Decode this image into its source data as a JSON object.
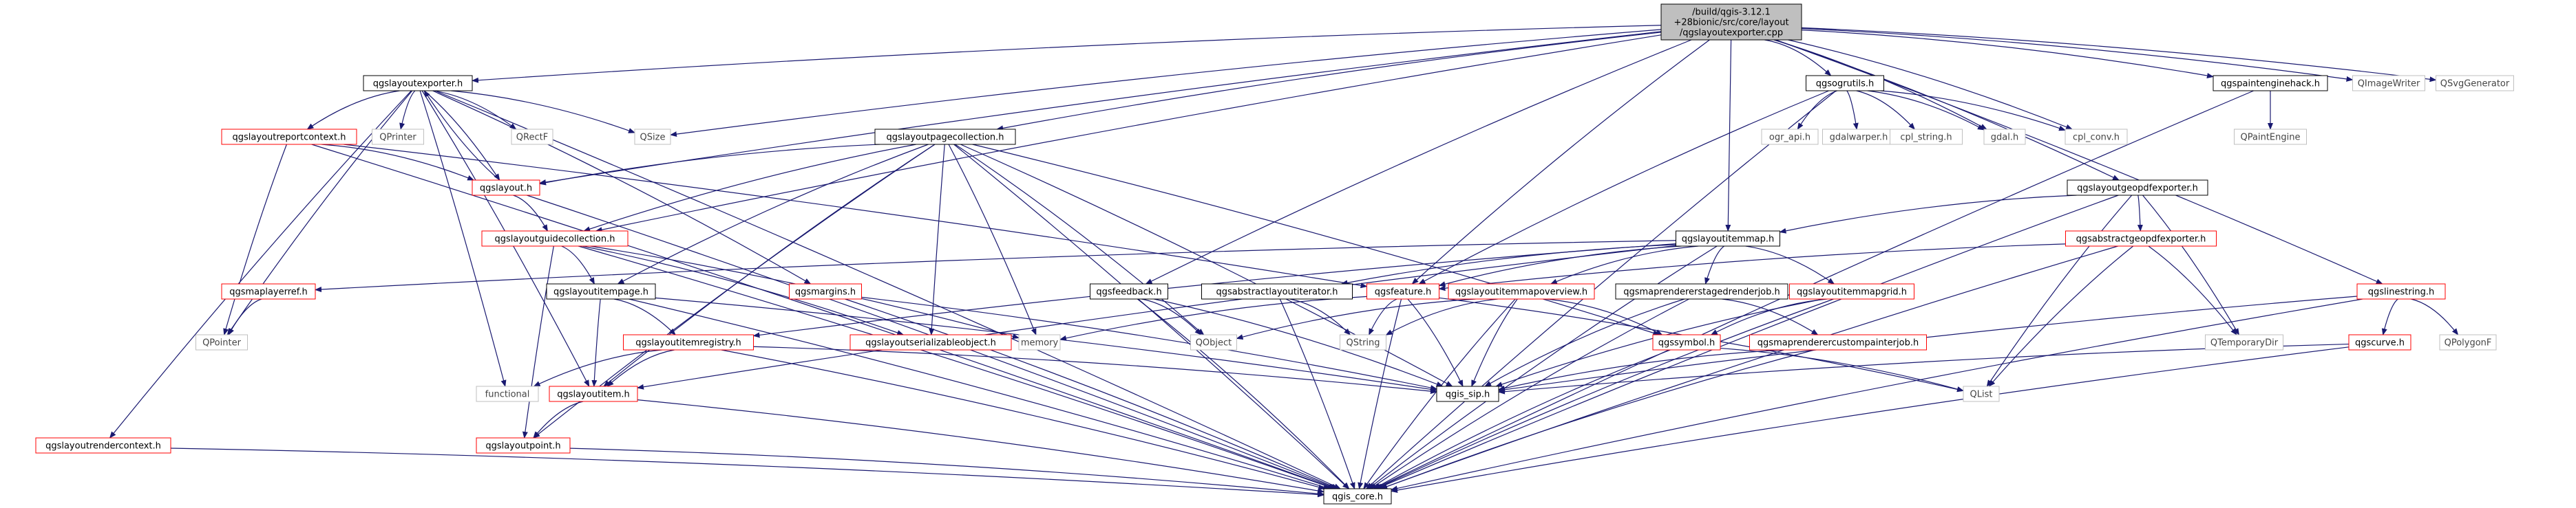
{
  "graph": {
    "nodes": [
      {
        "id": "root",
        "label_lines": [
          "/build/qgis-3.12.1",
          "+28bionic/src/core/layout",
          "/qgslayoutexporter.cpp"
        ],
        "style": "root"
      },
      {
        "id": "qgslayoutexporter",
        "label_lines": [
          "qgslayoutexporter.h"
        ],
        "style": "black"
      },
      {
        "id": "qgsogrutils",
        "label_lines": [
          "qgsogrutils.h"
        ],
        "style": "black"
      },
      {
        "id": "qgspaintenginehack",
        "label_lines": [
          "qgspaintenginehack.h"
        ],
        "style": "black"
      },
      {
        "id": "QImageWriter",
        "label_lines": [
          "QImageWriter"
        ],
        "style": "grey"
      },
      {
        "id": "QSvgGenerator",
        "label_lines": [
          "QSvgGenerator"
        ],
        "style": "grey"
      },
      {
        "id": "qgslayoutpagecollection",
        "label_lines": [
          "qgslayoutpagecollection.h"
        ],
        "style": "black"
      },
      {
        "id": "qgslayoutreportcontext",
        "label_lines": [
          "qgslayoutreportcontext.h"
        ],
        "style": "red"
      },
      {
        "id": "QPrinter",
        "label_lines": [
          "QPrinter"
        ],
        "style": "grey"
      },
      {
        "id": "QRectF",
        "label_lines": [
          "QRectF"
        ],
        "style": "grey"
      },
      {
        "id": "QSize",
        "label_lines": [
          "QSize"
        ],
        "style": "grey"
      },
      {
        "id": "ogr_api",
        "label_lines": [
          "ogr_api.h"
        ],
        "style": "grey"
      },
      {
        "id": "gdalwarper",
        "label_lines": [
          "gdalwarper.h"
        ],
        "style": "grey"
      },
      {
        "id": "cpl_string",
        "label_lines": [
          "cpl_string.h"
        ],
        "style": "grey"
      },
      {
        "id": "gdal",
        "label_lines": [
          "gdal.h"
        ],
        "style": "grey"
      },
      {
        "id": "cpl_conv",
        "label_lines": [
          "cpl_conv.h"
        ],
        "style": "grey"
      },
      {
        "id": "QPaintEngine",
        "label_lines": [
          "QPaintEngine"
        ],
        "style": "grey"
      },
      {
        "id": "qgslayout",
        "label_lines": [
          "qgslayout.h"
        ],
        "style": "red"
      },
      {
        "id": "qgslayoutgeopdfexporter",
        "label_lines": [
          "qgslayoutgeopdfexporter.h"
        ],
        "style": "black"
      },
      {
        "id": "qgslayoutitemmap",
        "label_lines": [
          "qgslayoutitemmap.h"
        ],
        "style": "black"
      },
      {
        "id": "qgsabstractgeopdfexporter",
        "label_lines": [
          "qgsabstractgeopdfexporter.h"
        ],
        "style": "red"
      },
      {
        "id": "qgslayoutguidecollection",
        "label_lines": [
          "qgslayoutguidecollection.h"
        ],
        "style": "red"
      },
      {
        "id": "qgsmaplayerref",
        "label_lines": [
          "qgsmaplayerref.h"
        ],
        "style": "red"
      },
      {
        "id": "qgslayoutitempage",
        "label_lines": [
          "qgslayoutitempage.h"
        ],
        "style": "black"
      },
      {
        "id": "qgsmargins",
        "label_lines": [
          "qgsmargins.h"
        ],
        "style": "red"
      },
      {
        "id": "qgsfeedback",
        "label_lines": [
          "qgsfeedback.h"
        ],
        "style": "black"
      },
      {
        "id": "qgsabstractlayoutiterator",
        "label_lines": [
          "qgsabstractlayoutiterator.h"
        ],
        "style": "black"
      },
      {
        "id": "qgsfeature",
        "label_lines": [
          "qgsfeature.h"
        ],
        "style": "red"
      },
      {
        "id": "qgslayoutitemmapoverview",
        "label_lines": [
          "qgslayoutitemmapoverview.h"
        ],
        "style": "red"
      },
      {
        "id": "qgsmaprendererstagedrenderjob",
        "label_lines": [
          "qgsmaprendererstagedrenderjob.h"
        ],
        "style": "black"
      },
      {
        "id": "qgslayoutitemmapgrid",
        "label_lines": [
          "qgslayoutitemmapgrid.h"
        ],
        "style": "red"
      },
      {
        "id": "qgslinestring",
        "label_lines": [
          "qgslinestring.h"
        ],
        "style": "red"
      },
      {
        "id": "QTemporaryDir",
        "label_lines": [
          "QTemporaryDir"
        ],
        "style": "grey"
      },
      {
        "id": "QPointer",
        "label_lines": [
          "QPointer"
        ],
        "style": "grey"
      },
      {
        "id": "qgslayoutitemregistry",
        "label_lines": [
          "qgslayoutitemregistry.h"
        ],
        "style": "red"
      },
      {
        "id": "qgslayoutserializableobject",
        "label_lines": [
          "qgslayoutserializableobject.h"
        ],
        "style": "red"
      },
      {
        "id": "memory",
        "label_lines": [
          "memory"
        ],
        "style": "grey"
      },
      {
        "id": "QObject",
        "label_lines": [
          "QObject"
        ],
        "style": "grey"
      },
      {
        "id": "QString",
        "label_lines": [
          "QString"
        ],
        "style": "grey"
      },
      {
        "id": "qgssymbol",
        "label_lines": [
          "qgssymbol.h"
        ],
        "style": "red"
      },
      {
        "id": "qgsmaprenderercustompainterjob",
        "label_lines": [
          "qgsmaprenderercustompainterjob.h"
        ],
        "style": "red"
      },
      {
        "id": "qgscurve",
        "label_lines": [
          "qgscurve.h"
        ],
        "style": "red"
      },
      {
        "id": "QPolygonF",
        "label_lines": [
          "QPolygonF"
        ],
        "style": "grey"
      },
      {
        "id": "functional",
        "label_lines": [
          "functional"
        ],
        "style": "grey"
      },
      {
        "id": "qgslayoutitem",
        "label_lines": [
          "qgslayoutitem.h"
        ],
        "style": "red"
      },
      {
        "id": "qgis_sip",
        "label_lines": [
          "qgis_sip.h"
        ],
        "style": "black"
      },
      {
        "id": "QList",
        "label_lines": [
          "QList"
        ],
        "style": "grey"
      },
      {
        "id": "qgslayoutrendercontext",
        "label_lines": [
          "qgslayoutrendercontext.h"
        ],
        "style": "red"
      },
      {
        "id": "qgslayoutpoint",
        "label_lines": [
          "qgslayoutpoint.h"
        ],
        "style": "red"
      },
      {
        "id": "qgis_core",
        "label_lines": [
          "qgis_core.h"
        ],
        "style": "black"
      }
    ],
    "edges": [
      [
        "root",
        "qgslayoutexporter"
      ],
      [
        "root",
        "qgsogrutils"
      ],
      [
        "root",
        "qgspaintenginehack"
      ],
      [
        "root",
        "QImageWriter"
      ],
      [
        "root",
        "QSvgGenerator"
      ],
      [
        "root",
        "qgslayoutpagecollection"
      ],
      [
        "root",
        "qgslayout"
      ],
      [
        "root",
        "QSize"
      ],
      [
        "root",
        "gdal"
      ],
      [
        "root",
        "cpl_conv"
      ],
      [
        "root",
        "qgslayoutgeopdfexporter"
      ],
      [
        "root",
        "qgslayoutitemmap"
      ],
      [
        "root",
        "qgsfeedback"
      ],
      [
        "root",
        "qgslinestring"
      ],
      [
        "root",
        "qgslayoutguidecollection"
      ],
      [
        "root",
        "qgsfeature"
      ],
      [
        "qgslayoutexporter",
        "qgslayoutreportcontext"
      ],
      [
        "qgslayoutexporter",
        "QPrinter"
      ],
      [
        "qgslayoutexporter",
        "QRectF"
      ],
      [
        "qgslayoutexporter",
        "QSize"
      ],
      [
        "qgslayoutexporter",
        "qgslayout"
      ],
      [
        "qgslayoutexporter",
        "qgsmargins"
      ],
      [
        "qgslayoutexporter",
        "QPointer"
      ],
      [
        "qgslayoutexporter",
        "functional"
      ],
      [
        "qgslayoutexporter",
        "qgslayoutitem"
      ],
      [
        "qgslayoutexporter",
        "qgslayoutrendercontext"
      ],
      [
        "qgslayoutexporter",
        "qgis_core"
      ],
      [
        "qgslayoutreportcontext",
        "qgslayout"
      ],
      [
        "qgslayoutreportcontext",
        "QPointer"
      ],
      [
        "qgslayoutreportcontext",
        "qgsfeature"
      ],
      [
        "qgslayoutreportcontext",
        "qgis_core"
      ],
      [
        "qgslayout",
        "qgslayoutexporter"
      ],
      [
        "qgslayout",
        "qgslayoutguidecollection"
      ],
      [
        "qgslayout",
        "qgis_core"
      ],
      [
        "qgsogrutils",
        "ogr_api"
      ],
      [
        "qgsogrutils",
        "gdalwarper"
      ],
      [
        "qgsogrutils",
        "cpl_string"
      ],
      [
        "qgsogrutils",
        "gdal"
      ],
      [
        "qgsogrutils",
        "cpl_conv"
      ],
      [
        "qgsogrutils",
        "qgsfeature"
      ],
      [
        "qgsogrutils",
        "qgis_core"
      ],
      [
        "qgspaintenginehack",
        "QPaintEngine"
      ],
      [
        "qgspaintenginehack",
        "qgis_core"
      ],
      [
        "qgslayoutpagecollection",
        "qgslayout"
      ],
      [
        "qgslayoutpagecollection",
        "qgslayoutguidecollection"
      ],
      [
        "qgslayoutpagecollection",
        "qgslayoutitempage"
      ],
      [
        "qgslayoutpagecollection",
        "qgslayoutserializableobject"
      ],
      [
        "qgslayoutpagecollection",
        "memory"
      ],
      [
        "qgslayoutpagecollection",
        "QObject"
      ],
      [
        "qgslayoutpagecollection",
        "qgssymbol"
      ],
      [
        "qgslayoutpagecollection",
        "qgis_sip"
      ],
      [
        "qgslayoutpagecollection",
        "qgis_core"
      ],
      [
        "qgslayoutpagecollection",
        "qgslayoutitem"
      ],
      [
        "qgslayoutpagecollection",
        "qgslayoutpoint"
      ],
      [
        "qgslayoutguidecollection",
        "qgslayoutitempage"
      ],
      [
        "qgslayoutguidecollection",
        "qgslayoutserializableobject"
      ],
      [
        "qgslayoutguidecollection",
        "qgslayoutpoint"
      ],
      [
        "qgslayoutguidecollection",
        "qgis_core"
      ],
      [
        "qgslayoutguidecollection",
        "memory"
      ],
      [
        "qgslayoutitempage",
        "qgslayoutitemregistry"
      ],
      [
        "qgslayoutitempage",
        "qgslayoutitem"
      ],
      [
        "qgslayoutitempage",
        "qgis_core"
      ],
      [
        "qgslayoutitempage",
        "qgis_sip"
      ],
      [
        "qgslayoutitemregistry",
        "functional"
      ],
      [
        "qgslayoutitemregistry",
        "qgslayoutitem"
      ],
      [
        "qgslayoutitemregistry",
        "qgis_sip"
      ],
      [
        "qgslayoutitemregistry",
        "qgis_core"
      ],
      [
        "qgslayoutitem",
        "qgslayoutpoint"
      ],
      [
        "qgslayoutitem",
        "qgis_core"
      ],
      [
        "qgslayoutpoint",
        "qgis_core"
      ],
      [
        "qgslayoutrendercontext",
        "qgis_core"
      ],
      [
        "qgsmaplayerref",
        "QPointer"
      ],
      [
        "qgsmargins",
        "qgis_core"
      ],
      [
        "qgsmargins",
        "qgis_sip"
      ],
      [
        "qgslayoutgeopdfexporter",
        "qgsabstractgeopdfexporter"
      ],
      [
        "qgslayoutgeopdfexporter",
        "qgslayoutitemmap"
      ],
      [
        "qgslayoutgeopdfexporter",
        "QTemporaryDir"
      ],
      [
        "qgslayoutgeopdfexporter",
        "QList"
      ],
      [
        "qgslayoutgeopdfexporter",
        "qgis_core"
      ],
      [
        "qgsabstractgeopdfexporter",
        "qgsfeature"
      ],
      [
        "qgsabstractgeopdfexporter",
        "QTemporaryDir"
      ],
      [
        "qgsabstractgeopdfexporter",
        "QList"
      ],
      [
        "qgsabstractgeopdfexporter",
        "qgis_core"
      ],
      [
        "qgslayoutitemmap",
        "qgsmaplayerref"
      ],
      [
        "qgslayoutitemmap",
        "qgsabstractlayoutiterator"
      ],
      [
        "qgslayoutitemmap",
        "qgsfeature"
      ],
      [
        "qgslayoutitemmap",
        "qgslayoutitemmapoverview"
      ],
      [
        "qgslayoutitemmap",
        "qgsmaprendererstagedrenderjob"
      ],
      [
        "qgslayoutitemmap",
        "qgslayoutitemmapgrid"
      ],
      [
        "qgslayoutitemmap",
        "qgslayoutitem"
      ],
      [
        "qgslayoutitemmap",
        "qgis_core"
      ],
      [
        "qgslayoutitemmap",
        "qgslayoutitemregistry"
      ],
      [
        "qgsfeedback",
        "QObject"
      ],
      [
        "qgsfeedback",
        "qgis_sip"
      ],
      [
        "qgsfeedback",
        "qgis_core"
      ],
      [
        "qgsabstractlayoutiterator",
        "QString"
      ],
      [
        "qgsabstractlayoutiterator",
        "qgis_core"
      ],
      [
        "qgsfeature",
        "memory"
      ],
      [
        "qgsfeature",
        "QString"
      ],
      [
        "qgsfeature",
        "qgis_sip"
      ],
      [
        "qgsfeature",
        "qgis_core"
      ],
      [
        "qgsfeature",
        "QList"
      ],
      [
        "qgslayoutitemmapoverview",
        "QObject"
      ],
      [
        "qgslayoutitemmapoverview",
        "QString"
      ],
      [
        "qgslayoutitemmapoverview",
        "qgis_sip"
      ],
      [
        "qgslayoutitemmapoverview",
        "qgssymbol"
      ],
      [
        "qgslayoutitemmapoverview",
        "qgis_core"
      ],
      [
        "qgsmaprendererstagedrenderjob",
        "qgsmaprenderercustompainterjob"
      ],
      [
        "qgsmaprendererstagedrenderjob",
        "qgis_sip"
      ],
      [
        "qgsmaprendererstagedrenderjob",
        "qgis_core"
      ],
      [
        "qgslayoutitemmapgrid",
        "qgssymbol"
      ],
      [
        "qgslayoutitemmapgrid",
        "qgis_sip"
      ],
      [
        "qgslayoutitemmapgrid",
        "qgis_core"
      ],
      [
        "qgssymbol",
        "qgis_core"
      ],
      [
        "qgssymbol",
        "QList"
      ],
      [
        "qgsmaprenderercustompainterjob",
        "qgis_sip"
      ],
      [
        "qgsmaprenderercustompainterjob",
        "qgis_core"
      ],
      [
        "qgslinestring",
        "qgscurve"
      ],
      [
        "qgslinestring",
        "QPolygonF"
      ],
      [
        "qgslinestring",
        "qgis_sip"
      ],
      [
        "qgslinestring",
        "qgis_core"
      ],
      [
        "qgscurve",
        "qgis_sip"
      ],
      [
        "qgscurve",
        "qgis_core"
      ]
    ],
    "colors": {
      "edge": "#191970",
      "border_black": "#000000",
      "border_red": "#ff0000",
      "border_grey": "#bfbfbf",
      "root_fill": "#bfbfbf",
      "text": "#000000",
      "grey_text": "#444444"
    }
  }
}
